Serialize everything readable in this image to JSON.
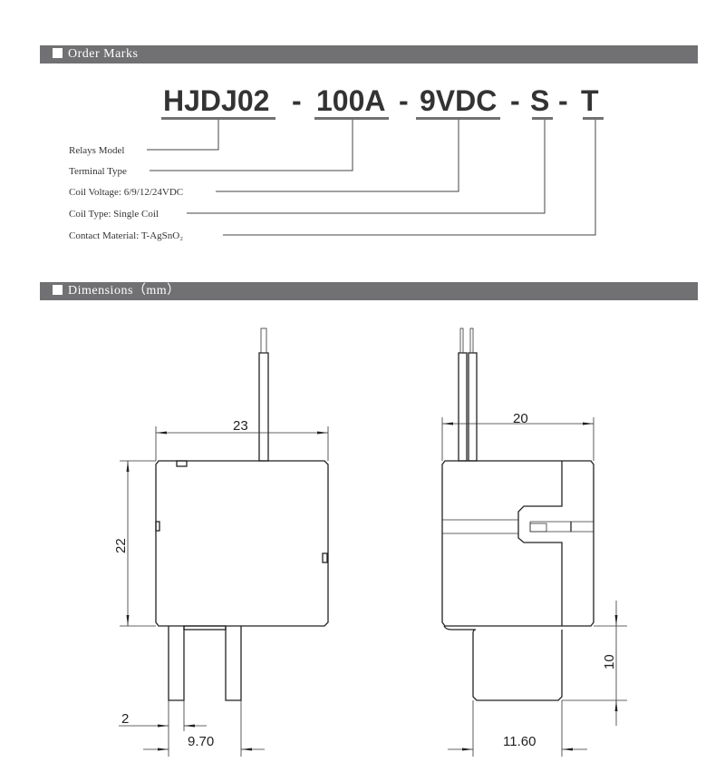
{
  "sections": {
    "order_marks": "Order Marks",
    "dimensions": "Dimensions（mm）"
  },
  "order_code": {
    "parts": [
      "HJDJ02",
      "100A",
      "9VDC",
      "S",
      "T"
    ],
    "separator": "-"
  },
  "order_labels": [
    "Relays Model",
    "Terminal Type",
    "Coil Voltage: 6/9/12/24VDC",
    "Coil Type: Single Coil",
    "Contact Material: T-AgSnO₂"
  ],
  "dimensions": {
    "width_front": "23",
    "height": "22",
    "pin_width": "2",
    "pin_spacing": "9.70",
    "width_side": "20",
    "pin_length": "10",
    "side_pin_width": "11.60"
  }
}
